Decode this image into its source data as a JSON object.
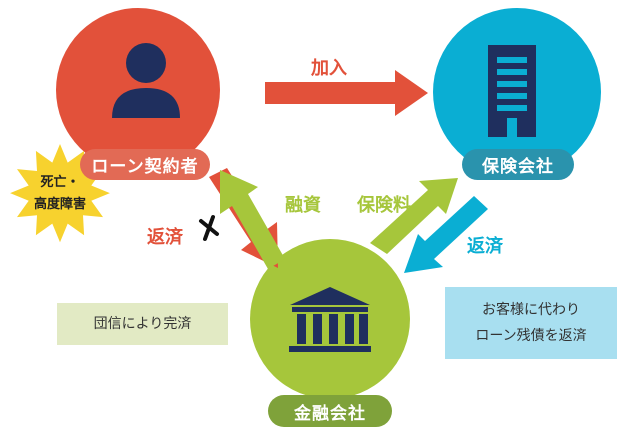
{
  "nodes": {
    "borrower": "ローン契約者",
    "insurer": "保険会社",
    "bank": "金融会社"
  },
  "arrows": {
    "join": "加入",
    "loan": "融資",
    "repay_borrower": "返済",
    "premium": "保険料",
    "repay_insurer": "返済"
  },
  "event": {
    "line1": "死亡・",
    "line2": "高度障害"
  },
  "notes": {
    "left": "団信により完済",
    "right_line1": "お客様に代わり",
    "right_line2": "ローン残債を返済"
  },
  "colors": {
    "red": "#e2513a",
    "blue": "#0aaed3",
    "green": "#a6c63b",
    "yellow": "#f7d22e"
  },
  "icons": [
    "person-icon",
    "building-icon",
    "bank-icon",
    "cross-mark-icon",
    "starburst-icon"
  ]
}
